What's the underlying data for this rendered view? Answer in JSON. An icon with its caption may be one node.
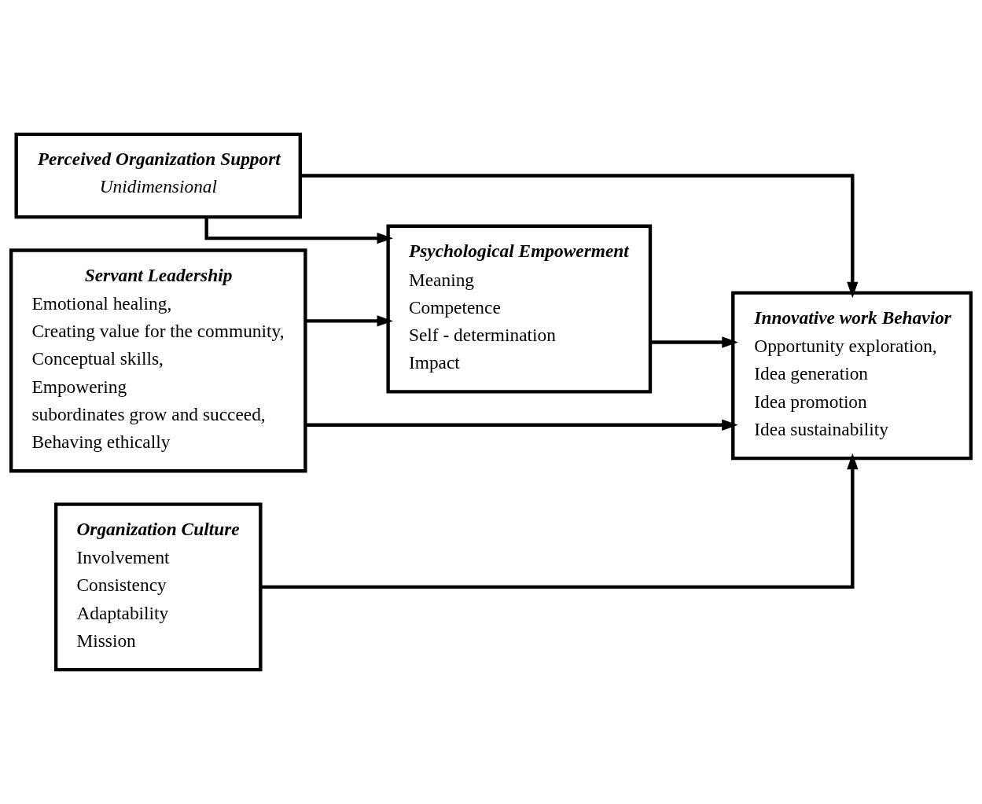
{
  "diagram": {
    "nodes": [
      {
        "text": [
          "Perceived Organization Support",
          "Unidimensional"
        ]
      },
      {
        "text": [
          "Psychological Empowerment",
          "Meaning",
          "Competence",
          "Self - determination",
          "Impact"
        ]
      },
      {
        "text": [
          "Innovative work Behavior",
          "Opportunity exploration,",
          "Idea generation",
          "Idea promotion",
          "Idea sustainability"
        ]
      },
      {
        "text": [
          "Servant Leadership",
          "Emotional healing,",
          "Creating value for the community,",
          "Conceptual skills,",
          "Empowering",
          "subordinates grow and succeed,",
          "Behaving ethically"
        ]
      },
      {
        "text": [
          "Organization Culture",
          "Involvement",
          "Consistency",
          "Adaptability",
          "Mission"
        ]
      }
    ],
    "edges": [
      {
        "from": 0,
        "to": 1,
        "arrow": "to"
      },
      {
        "from": 0,
        "to": 2,
        "arrow": "to"
      },
      {
        "from": 1,
        "to": 2,
        "arrow": "to"
      },
      {
        "from": 3,
        "to": 1,
        "arrow": "to"
      },
      {
        "from": 3,
        "to": 2,
        "arrow": "to"
      },
      {
        "from": 4,
        "to": 2,
        "arrow": "to"
      }
    ]
  }
}
